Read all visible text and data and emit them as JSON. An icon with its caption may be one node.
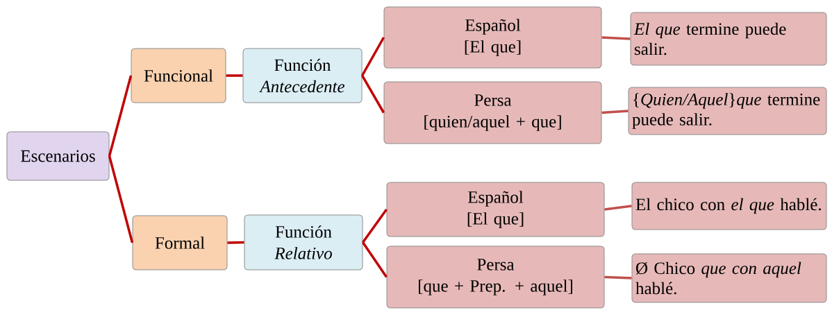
{
  "diagram": {
    "nodes": [
      {
        "text": [
          "Escenarios"
        ]
      },
      {
        "text": [
          "Funcional"
        ]
      },
      {
        "text": [
          "Función",
          "Antecedente"
        ]
      },
      {
        "text": [
          "Español",
          "[El que]"
        ]
      },
      {
        "text": [
          "*El que* termine puede salir."
        ]
      },
      {
        "text": [
          "Persa",
          "[quien/aquel + que]"
        ]
      },
      {
        "text": [
          "{*Quien/Aquel*}*que* termine puede salir."
        ]
      },
      {
        "text": [
          "Formal"
        ]
      },
      {
        "text": [
          "Función",
          "Relativo"
        ]
      },
      {
        "text": [
          "Español",
          "[El que]"
        ]
      },
      {
        "text": [
          "El chico con *el que* hablé."
        ]
      },
      {
        "text": [
          "Persa",
          "[que + Prep. + aquel]"
        ]
      },
      {
        "text": [
          "Ø  Chico *que con aquel* hablé."
        ]
      }
    ],
    "edges": [
      {
        "from": 0,
        "to": 1,
        "arrow": "none"
      },
      {
        "from": 1,
        "to": 2,
        "arrow": "none"
      },
      {
        "from": 2,
        "to": 3,
        "arrow": "none"
      },
      {
        "from": 3,
        "to": 4,
        "arrow": "none",
        "color": "#c0504d"
      },
      {
        "from": 2,
        "to": 5,
        "arrow": "none"
      },
      {
        "from": 5,
        "to": 6,
        "arrow": "none",
        "color": "#c0504d"
      },
      {
        "from": 0,
        "to": 7,
        "arrow": "none"
      },
      {
        "from": 7,
        "to": 8,
        "arrow": "none"
      },
      {
        "from": 8,
        "to": 9,
        "arrow": "none"
      },
      {
        "from": 9,
        "to": 10,
        "arrow": "none",
        "color": "#c0504d"
      },
      {
        "from": 8,
        "to": 11,
        "arrow": "none"
      },
      {
        "from": 11,
        "to": 12,
        "arrow": "none",
        "color": "#c0504d"
      }
    ]
  }
}
